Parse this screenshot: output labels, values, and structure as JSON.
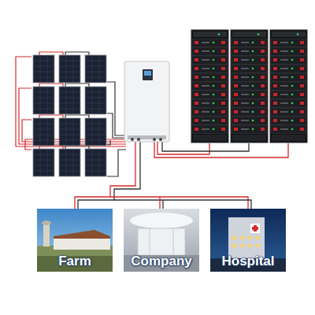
{
  "diagram": {
    "nodes": [
      {
        "text": [
          "Farm"
        ]
      },
      {
        "text": [
          "Company"
        ]
      },
      {
        "text": [
          "Hospital"
        ]
      }
    ]
  }
}
